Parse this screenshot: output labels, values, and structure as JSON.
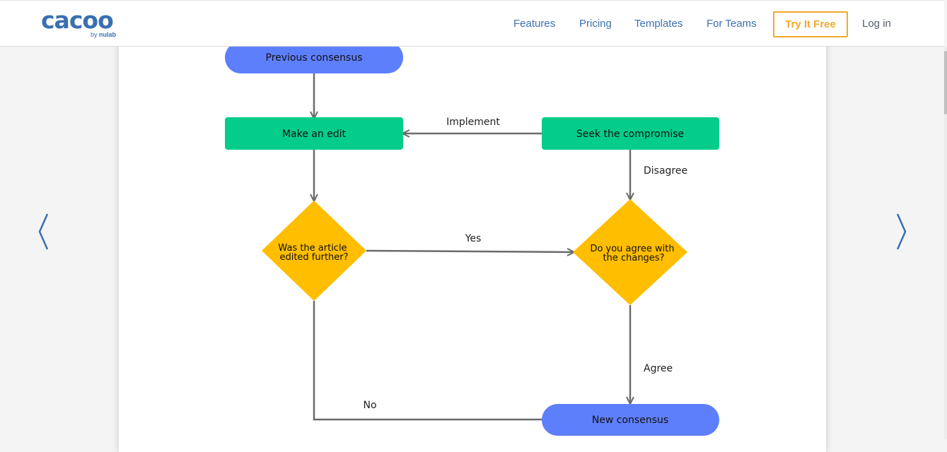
{
  "header": {
    "logo": {
      "wordmark": "cacoo",
      "by": "by",
      "company": "nulab"
    },
    "nav": {
      "features": "Features",
      "pricing": "Pricing",
      "templates": "Templates",
      "for_teams": "For Teams",
      "try_free": "Try It Free",
      "login": "Log in"
    }
  },
  "carousel": {
    "prev_icon": "chevron-left-icon",
    "next_icon": "chevron-right-icon"
  },
  "flowchart": {
    "nodes": {
      "previous": "Previous consensus",
      "edit": "Make an edit",
      "compromise": "Seek the compromise",
      "edited_q": [
        "Was the article",
        "edited further?"
      ],
      "agree_q": [
        "Do you agree with",
        "the changes?"
      ],
      "new": "New consensus"
    },
    "edges": {
      "implement": "Implement",
      "disagree": "Disagree",
      "yes": "Yes",
      "agree": "Agree",
      "no": "No"
    }
  },
  "colors": {
    "brand": "#3a6fb0",
    "cta": "#f0a92c",
    "terminal": "#5e7ffb",
    "process": "#04cc8a",
    "decision": "#ffbe00",
    "connector": "#6b6b6b"
  }
}
